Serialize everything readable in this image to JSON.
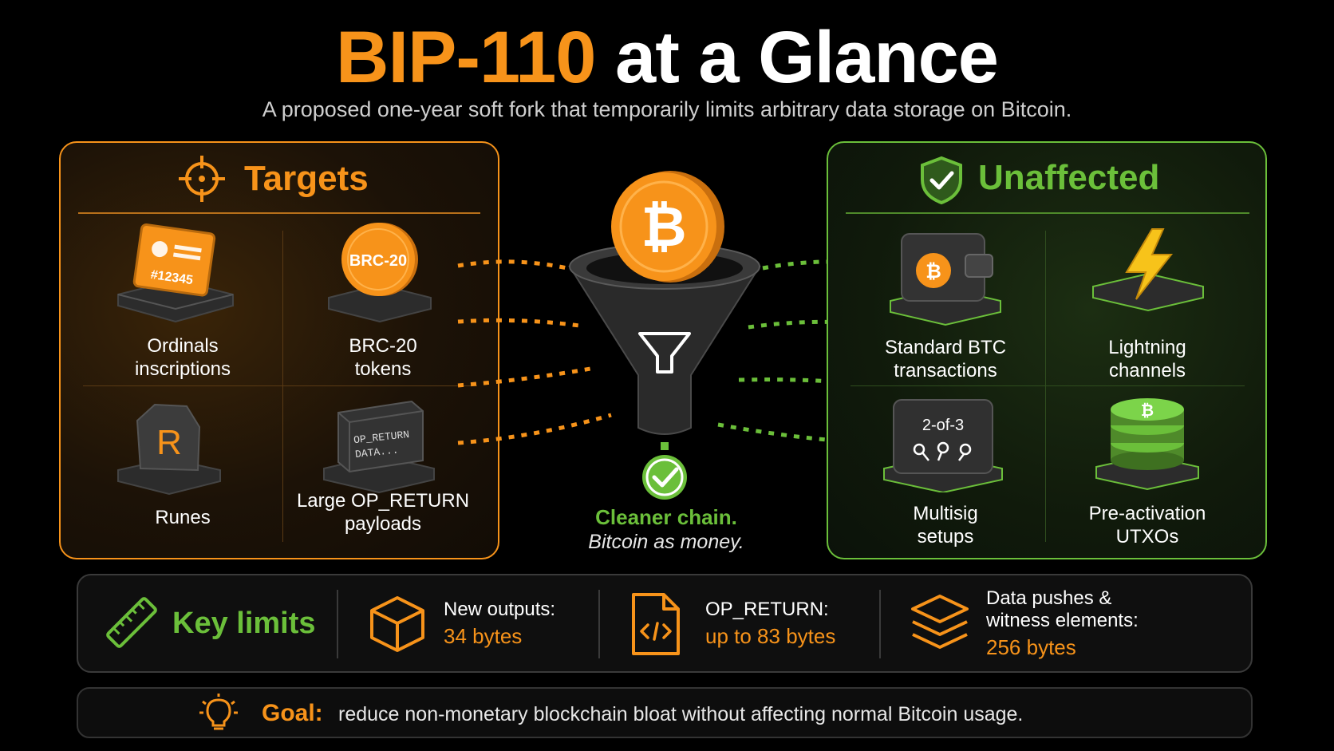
{
  "header": {
    "title_highlight": "BIP-110",
    "title_rest": "at a Glance",
    "subtitle": "A proposed one-year soft fork that temporarily limits arbitrary data storage on Bitcoin."
  },
  "targets": {
    "title": "Targets",
    "icon": "crosshair-icon",
    "items": [
      {
        "label_line1": "Ordinals",
        "label_line2": "inscriptions",
        "icon": "inscription-card-icon",
        "badge": "#12345"
      },
      {
        "label_line1": "BRC-20",
        "label_line2": "tokens",
        "icon": "brc20-coin-icon",
        "badge": "BRC-20"
      },
      {
        "label_line1": "Runes",
        "label_line2": "",
        "icon": "rune-stone-icon",
        "badge": "R"
      },
      {
        "label_line1": "Large OP_RETURN",
        "label_line2": "payloads",
        "icon": "op-return-block-icon",
        "badge_line1": "OP_RETURN",
        "badge_line2": "DATA..."
      }
    ]
  },
  "center": {
    "icon": "bitcoin-funnel-icon",
    "result_line1": "Cleaner chain.",
    "result_line2": "Bitcoin as money."
  },
  "unaffected": {
    "title": "Unaffected",
    "icon": "shield-check-icon",
    "items": [
      {
        "label_line1": "Standard BTC",
        "label_line2": "transactions",
        "icon": "wallet-icon"
      },
      {
        "label_line1": "Lightning",
        "label_line2": "channels",
        "icon": "lightning-icon"
      },
      {
        "label_line1": "Multisig",
        "label_line2": "setups",
        "icon": "multisig-icon",
        "badge": "2-of-3"
      },
      {
        "label_line1": "Pre-activation",
        "label_line2": "UTXOs",
        "icon": "coin-stack-icon"
      }
    ]
  },
  "limits": {
    "title": "Key limits",
    "icon": "ruler-icon",
    "items": [
      {
        "label": "New outputs:",
        "value": "34 bytes",
        "icon": "box-icon"
      },
      {
        "label": "OP_RETURN:",
        "value": "up to 83 bytes",
        "icon": "code-file-icon"
      },
      {
        "label_line1": "Data pushes &",
        "label_line2": "witness elements:",
        "value": "256 bytes",
        "icon": "layers-icon"
      }
    ]
  },
  "goal": {
    "label": "Goal:",
    "text": "reduce non-monetary blockchain bloat without affecting normal Bitcoin usage.",
    "icon": "lightbulb-icon"
  },
  "colors": {
    "orange": "#f7931a",
    "green": "#6bbf3a",
    "background": "#000000"
  }
}
